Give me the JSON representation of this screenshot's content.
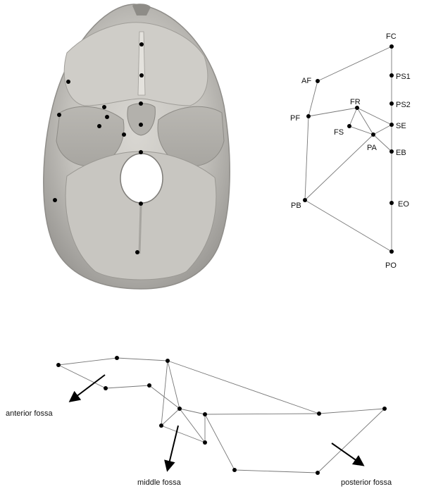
{
  "landmarks": {
    "FC": "FC",
    "PS1": "PS1",
    "PS2": "PS2",
    "SE": "SE",
    "EB": "EB",
    "EO": "EO",
    "PO": "PO",
    "AF": "AF",
    "PF": "PF",
    "FR": "FR",
    "FS": "FS",
    "PA": "PA",
    "PB": "PB"
  },
  "fossae": {
    "anterior": "anterior fossa",
    "middle": "middle fossa",
    "posterior": "posterior fossa"
  }
}
